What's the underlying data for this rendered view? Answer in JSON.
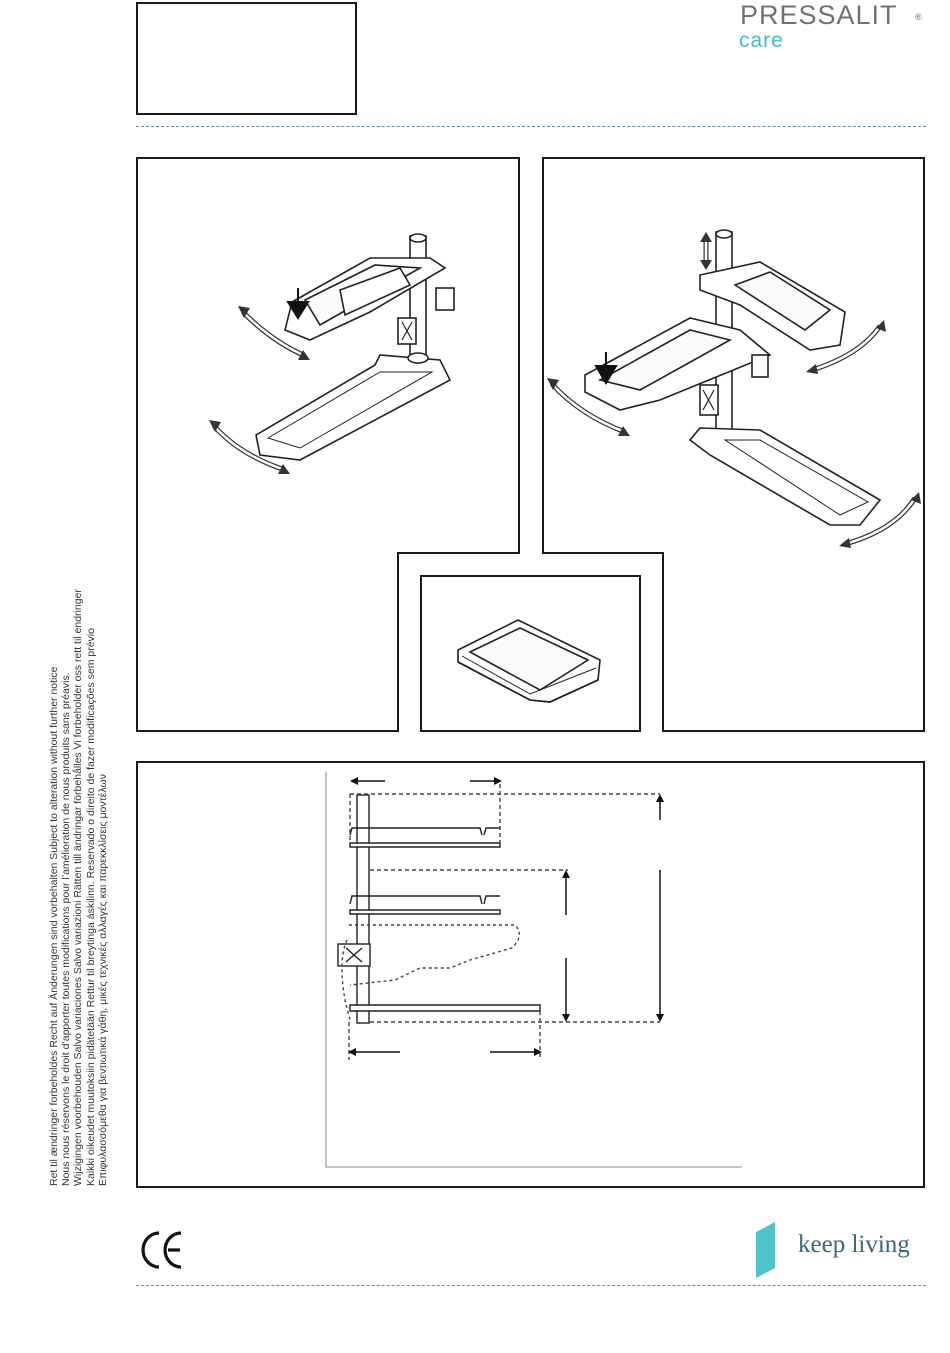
{
  "brand": {
    "name": "PRESSALIT",
    "sub": "care",
    "registered": "®",
    "tagline": "keep living",
    "ce_mark": "CE"
  },
  "colors": {
    "brand_grey": "#6f7275",
    "brand_teal": "#3fbfc6",
    "tagline_blue": "#3d6677",
    "divider": "#6a8aa6"
  },
  "notice_lines": [
    "Ret til ændringer forbeholdes  Recht auf Änderungen sind vorbehalten  Subject to alteration without further notice",
    "Nous nous réservons le droit d’apporter toutes modifications pour l’amélioration de nous produits sans préavis.",
    "Wijzigingen voorbehouden  Salvo variaciones  Salvo variazioni  Rätten till ändringar förbehålles  Vi forbeholder oss rett til endringer",
    "Kaikki oikeudet muutoksiin pidätetään  Rettur til breytinga áskilinn. Reservado o direito de fazer modificações sem prévio",
    "Επιφυλασσόμεθα για βεντιωτικά γάθη, μικές τεχνικές αλλαγές και παρεκκλίσεις μοντέλων"
  ],
  "icons": {
    "ce": "ce-mark-icon",
    "keep_living": "keep-living-leaf-icon"
  }
}
